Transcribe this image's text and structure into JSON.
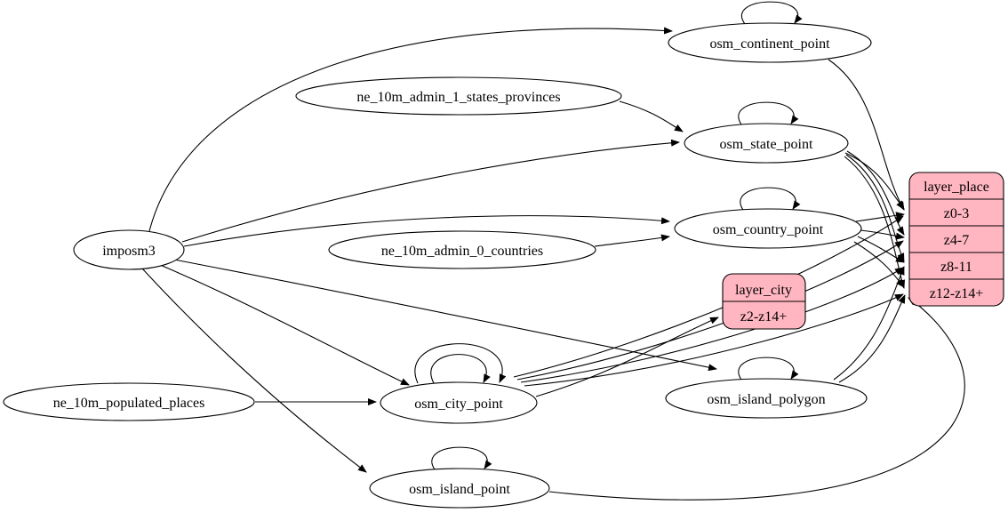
{
  "diagram": {
    "kind": "etl-graph",
    "colors": {
      "record_fill": "#ffb6c1",
      "node_fill": "#ffffff",
      "stroke": "#000000",
      "background": "#ffffff"
    },
    "nodes": {
      "imposm3": "imposm3",
      "osm_continent_point": "osm_continent_point",
      "osm_state_point": "osm_state_point",
      "osm_country_point": "osm_country_point",
      "osm_city_point": "osm_city_point",
      "osm_island_polygon": "osm_island_polygon",
      "osm_island_point": "osm_island_point",
      "ne_10m_admin_1_states_provinces": "ne_10m_admin_1_states_provinces",
      "ne_10m_admin_0_countries": "ne_10m_admin_0_countries",
      "ne_10m_populated_places": "ne_10m_populated_places"
    },
    "records": {
      "layer_city": {
        "title": "layer_city",
        "rows": [
          "z2-z14+"
        ]
      },
      "layer_place": {
        "title": "layer_place",
        "rows": [
          "z0-3",
          "z4-7",
          "z8-11",
          "z12-z14+"
        ]
      }
    },
    "edges": [
      {
        "from": "imposm3",
        "to": "osm_continent_point"
      },
      {
        "from": "imposm3",
        "to": "osm_state_point"
      },
      {
        "from": "imposm3",
        "to": "osm_country_point"
      },
      {
        "from": "imposm3",
        "to": "osm_city_point"
      },
      {
        "from": "imposm3",
        "to": "osm_island_polygon"
      },
      {
        "from": "imposm3",
        "to": "osm_island_point"
      },
      {
        "from": "ne_10m_admin_1_states_provinces",
        "to": "osm_state_point"
      },
      {
        "from": "ne_10m_admin_0_countries",
        "to": "osm_country_point"
      },
      {
        "from": "ne_10m_populated_places",
        "to": "osm_city_point"
      },
      {
        "from": "osm_continent_point",
        "to": "osm_continent_point"
      },
      {
        "from": "osm_state_point",
        "to": "osm_state_point"
      },
      {
        "from": "osm_country_point",
        "to": "osm_country_point"
      },
      {
        "from": "osm_city_point",
        "to": "osm_city_point"
      },
      {
        "from": "osm_city_point",
        "to": "osm_city_point"
      },
      {
        "from": "osm_island_polygon",
        "to": "osm_island_polygon"
      },
      {
        "from": "osm_island_point",
        "to": "osm_island_point"
      },
      {
        "from": "osm_continent_point",
        "to": "layer_place:z0-3"
      },
      {
        "from": "osm_state_point",
        "to": "layer_place:z0-3"
      },
      {
        "from": "osm_state_point",
        "to": "layer_place:z4-7"
      },
      {
        "from": "osm_state_point",
        "to": "layer_place:z8-11"
      },
      {
        "from": "osm_state_point",
        "to": "layer_place:z12-z14+"
      },
      {
        "from": "osm_country_point",
        "to": "layer_place:z0-3"
      },
      {
        "from": "osm_country_point",
        "to": "layer_place:z4-7"
      },
      {
        "from": "osm_country_point",
        "to": "layer_place:z8-11"
      },
      {
        "from": "osm_country_point",
        "to": "layer_place:z12-z14+"
      },
      {
        "from": "osm_city_point",
        "to": "layer_place:z0-3"
      },
      {
        "from": "osm_city_point",
        "to": "layer_place:z4-7"
      },
      {
        "from": "osm_city_point",
        "to": "layer_place:z8-11"
      },
      {
        "from": "osm_city_point",
        "to": "layer_place:z12-z14+"
      },
      {
        "from": "osm_city_point",
        "to": "layer_city:z2-z14+"
      },
      {
        "from": "osm_island_polygon",
        "to": "layer_place:z8-11"
      },
      {
        "from": "osm_island_polygon",
        "to": "layer_place:z12-z14+"
      },
      {
        "from": "osm_island_point",
        "to": "layer_place:z12-z14+"
      }
    ]
  }
}
